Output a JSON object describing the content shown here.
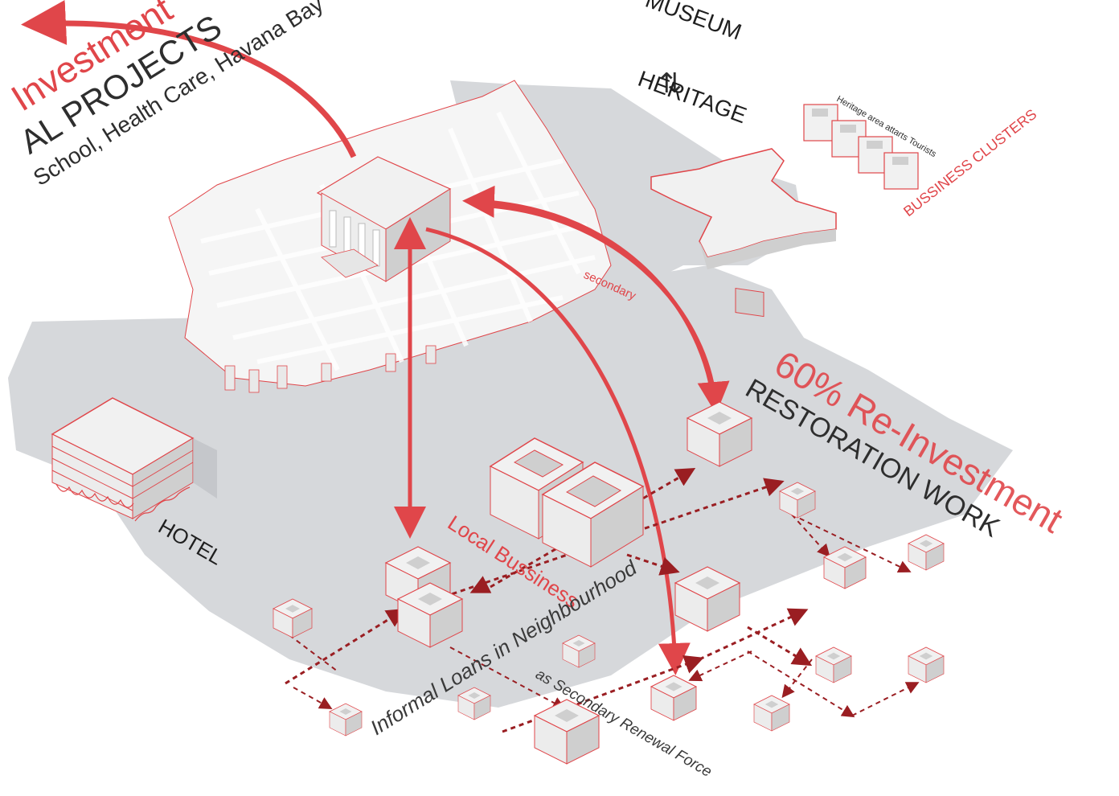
{
  "colors": {
    "accent": "#e0464a",
    "dark_red": "#9a1e22",
    "map_grey": "#d6d8db",
    "ink": "#2e2e2e",
    "building_face": "#f1f1f1",
    "building_side": "#cfcfcf"
  },
  "labels": {
    "top_left_line1": "Investment",
    "top_left_line2": "AL PROJECTS",
    "top_left_line3": "School, Health Care, Havana Bay",
    "museum": "MUSEUM",
    "heritage": "HERITAGE",
    "heritage_note": "Heritage area attarts Tourists",
    "business_clusters": "BUSSINESS CLUSTERS",
    "secondary": "secondary",
    "reinvestment": "60% Re-Investment",
    "restoration": "RESTORATION WORK",
    "hotel": "HOTEL",
    "local_business": "Local Bussiness",
    "informal_loans": "Informal Loans in Neighbourhood",
    "renewal_force": "as Secondary Renewal Force"
  },
  "icons": {
    "cycle": "circular-arrows-icon",
    "building": "isometric-building-icon",
    "temple": "temple-icon",
    "fortress": "star-fortress-icon",
    "hotel": "hotel-building-icon"
  }
}
